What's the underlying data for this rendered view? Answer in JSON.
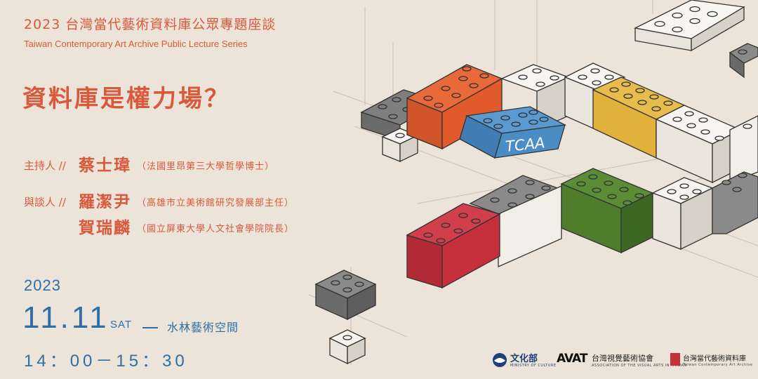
{
  "header": {
    "series_zh": "2023 台灣當代藝術資料庫公眾專題座談",
    "series_en": "Taiwan Contemporary Art Archive Public Lecture Series"
  },
  "title": "資料庫是權力場？",
  "host": {
    "role": "主持人 //",
    "name": "蔡士瑋",
    "affiliation": "（法國里昂第三大學哲學博士）"
  },
  "panelists": {
    "role": "與談人 //",
    "people": [
      {
        "name": "羅潔尹",
        "affiliation": "（高雄市立美術館研究發展部主任）"
      },
      {
        "name": "賀瑞麟",
        "affiliation": "（國立屏東大學人文社會學院院長）"
      }
    ]
  },
  "event": {
    "year": "2023",
    "date": "11.11",
    "day": "SAT",
    "venue": "水林藝術空間",
    "time": "14：00－15：30"
  },
  "brick_label": "TCAA",
  "logos": {
    "moc_name": "文化部",
    "moc_sub": "MINISTRY OF CULTURE",
    "avat_mark": "AVAT",
    "avat_name": "台灣視覺藝術協會",
    "avat_sub": "ASSOCIATION OF THE VISUAL ARTS IN TAIWAN",
    "tcaa_name": "台灣當代藝術資料庫",
    "tcaa_sub": "Taiwan Contemporary Art Archive"
  },
  "colors": {
    "background": "#ece4d8",
    "accent_red": "#d9593d",
    "accent_blue": "#2d6fa8",
    "brick_orange": "#e05a2b",
    "brick_blue": "#4a8cc4",
    "brick_yellow": "#e2b13c",
    "brick_green": "#4e7d2c",
    "brick_red": "#c62f3c",
    "brick_gray": "#7a7a7a",
    "brick_white": "#f4f2ee"
  }
}
